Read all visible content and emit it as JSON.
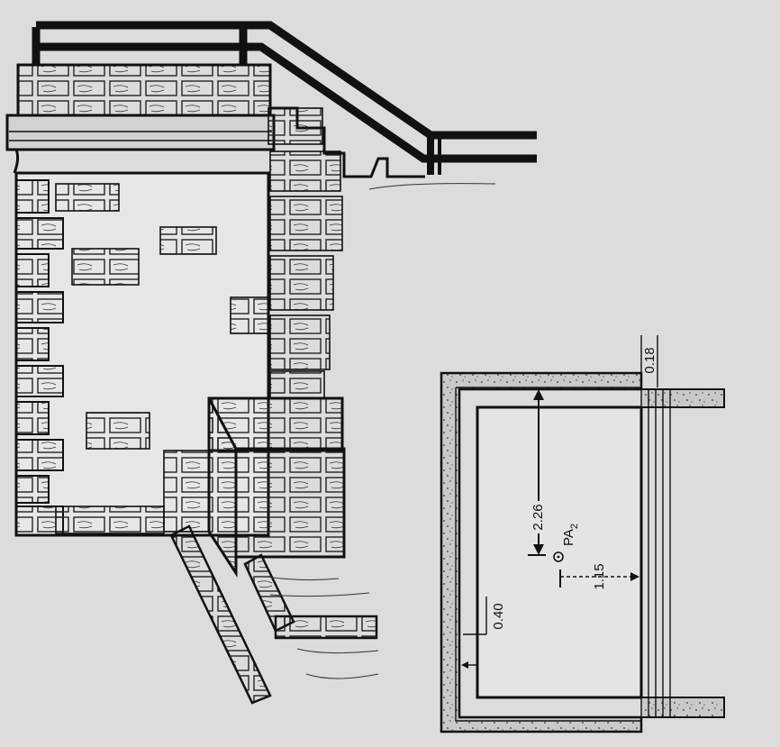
{
  "diagram": {
    "background": "#dcdcdc",
    "ink": "#111111",
    "labels": {
      "top_thickness": "0.18",
      "height": "2.26",
      "point": "PA",
      "point_sub": "2",
      "depth": "1.15",
      "wall_thickness": "0.40"
    }
  }
}
